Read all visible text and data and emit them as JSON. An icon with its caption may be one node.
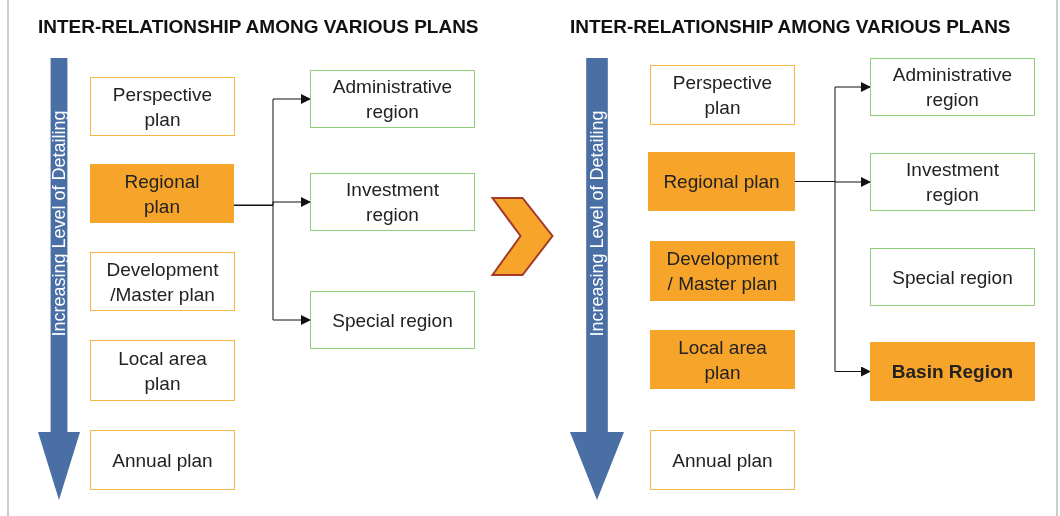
{
  "diagram": {
    "nodes": [
      {
        "text": [
          "Increasing Level of Detailing"
        ]
      },
      {
        "text": [
          "Perspective plan"
        ]
      },
      {
        "text": [
          "Regional plan"
        ]
      },
      {
        "text": [
          "Development /Master plan"
        ]
      },
      {
        "text": [
          "Local area plan"
        ]
      },
      {
        "text": [
          "Annual plan"
        ]
      },
      {
        "text": [
          "Administrative region"
        ]
      },
      {
        "text": [
          "Investment region"
        ]
      },
      {
        "text": [
          "Special region"
        ]
      },
      {
        "text": [
          "Increasing Level of Detailing"
        ]
      },
      {
        "text": [
          "Perspective plan"
        ]
      },
      {
        "text": [
          "Regional plan"
        ]
      },
      {
        "text": [
          "Development / Master plan"
        ]
      },
      {
        "text": [
          "Local area plan"
        ]
      },
      {
        "text": [
          "Annual plan"
        ]
      },
      {
        "text": [
          "Administrative region"
        ]
      },
      {
        "text": [
          "Investment region"
        ]
      },
      {
        "text": [
          "Special region"
        ]
      },
      {
        "text": [
          "Basin Region"
        ]
      }
    ],
    "edges": [
      {
        "from": 2,
        "to": 6,
        "arrow": "to"
      },
      {
        "from": 2,
        "to": 7,
        "arrow": "to"
      },
      {
        "from": 2,
        "to": 8,
        "arrow": "to"
      },
      {
        "from": 11,
        "to": 15,
        "arrow": "to"
      },
      {
        "from": 11,
        "to": 16,
        "arrow": "to"
      },
      {
        "from": 11,
        "to": 18,
        "arrow": "to"
      },
      {
        "from": 7,
        "to": 9,
        "arrow": "to",
        "style": "thick",
        "color": "#f7a42a"
      }
    ],
    "labels": [
      "INTER-RELATIONSHIP AMONG VARIOUS PLANS",
      "INTER-RELATIONSHIP AMONG VARIOUS PLANS"
    ]
  }
}
